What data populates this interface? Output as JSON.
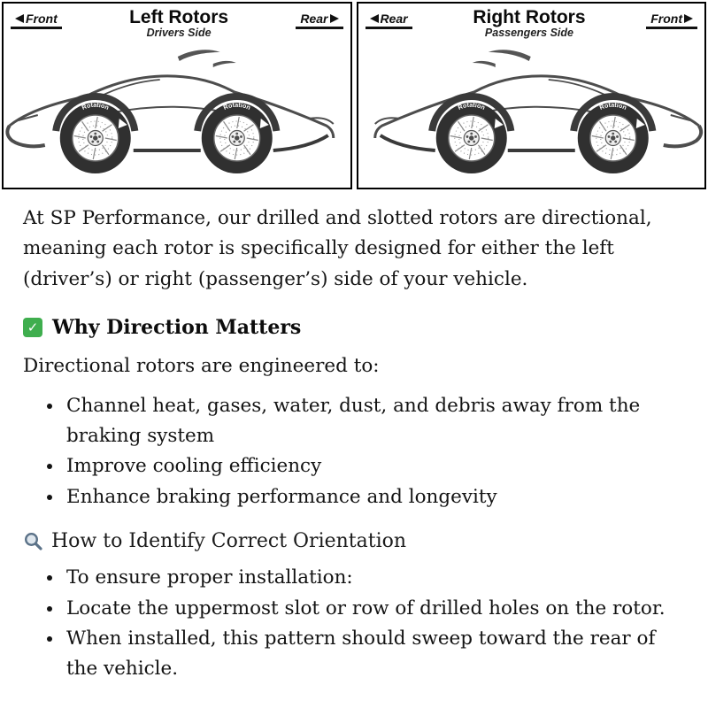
{
  "diagram": {
    "rotation_label": "Rotation",
    "left_panel": {
      "left_arrow_label": "Front",
      "right_arrow_label": "Rear",
      "title": "Left Rotors",
      "subtitle": "Drivers Side"
    },
    "right_panel": {
      "left_arrow_label": "Rear",
      "right_arrow_label": "Front",
      "title": "Right Rotors",
      "subtitle": "Passengers Side"
    }
  },
  "content": {
    "intro": "At SP Performance, our drilled and slotted rotors are directional, meaning each rotor is specifically designed for either the left (driver’s) or right (passenger’s) side of your vehicle.",
    "why": {
      "icon": "check-icon",
      "check_glyph": "✓",
      "heading": "Why Direction Matters",
      "lead": "Directional rotors are engineered to:",
      "bullets": [
        "Channel heat, gases, water, dust, and debris away from the braking system",
        "Improve cooling efficiency",
        "Enhance braking performance and longevity"
      ]
    },
    "how": {
      "icon": "magnifier-icon",
      "heading": "How to Identify Correct Orientation",
      "bullets": [
        "To ensure proper installation:",
        "Locate the uppermost slot or row of drilled holes on the rotor.",
        "When installed, this pattern should sweep toward the rear of the vehicle."
      ]
    }
  }
}
